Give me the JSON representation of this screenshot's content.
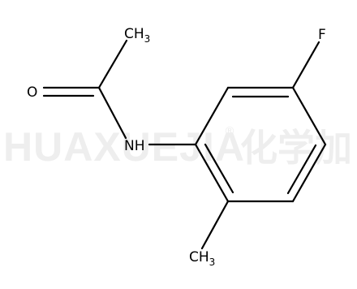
{
  "watermark": {
    "latin": "HUAXUEJIA",
    "registered": "®",
    "chinese": "化学加"
  },
  "atoms": {
    "methyl_top": {
      "main": "CH",
      "sub": "3"
    },
    "oxygen": "O",
    "amine": "NH",
    "fluorine": "F",
    "methyl_bottom": {
      "main": "CH",
      "sub": "3"
    }
  },
  "colors": {
    "bond": "#000000",
    "label": "#000000",
    "watermark": "#eeeeee"
  }
}
